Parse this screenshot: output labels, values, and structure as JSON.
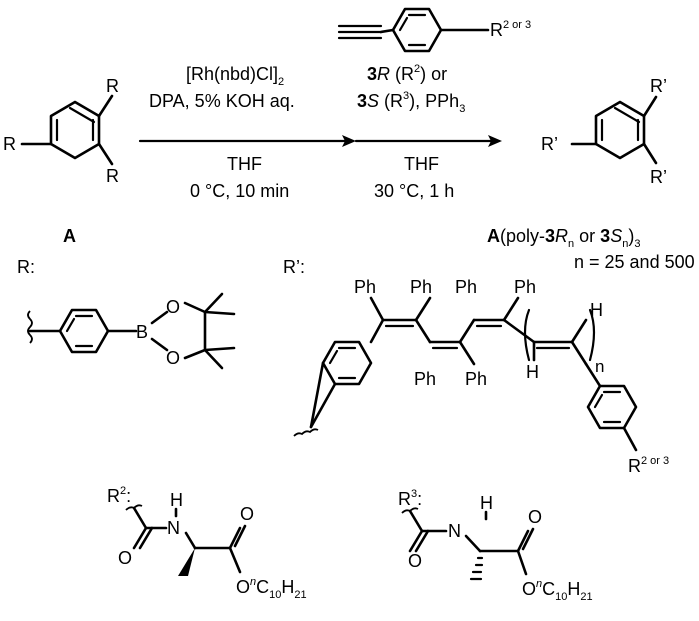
{
  "reagents_step1": {
    "catalyst": "[Rh(nbd)Cl]",
    "catalyst_sub": "2",
    "additives": "DPA, 5% KOH aq.",
    "solvent": "THF",
    "conditions": "0 °C, 10 min"
  },
  "reagents_step2": {
    "line1_num": "3",
    "line1_code": "R",
    "line1_paren": " (R",
    "line1_sup": "2",
    "line1_tail": ") or",
    "line2_num": "3",
    "line2_code": "S",
    "line2_paren": " (R",
    "line2_sup": "3",
    "line2_tail": "), PPh",
    "line2_sub": "3",
    "solvent": "THF",
    "conditions": "30 °C, 1 h"
  },
  "alkyne_substituent": "R",
  "alkyne_substituent_sup": "2 or 3",
  "starting_material": {
    "substituent": "R",
    "label": "A"
  },
  "product": {
    "substituent": "R’",
    "label_bold": "A",
    "label_open": "(poly-",
    "label_num1": "3",
    "label_code1": "R",
    "label_sub1": "n",
    "label_or": " or ",
    "label_num2": "3",
    "label_code2": "S",
    "label_sub2": "n",
    "label_close": ")",
    "label_sub3": "3",
    "n_values": "n = 25 and 500"
  },
  "r_group": {
    "label": "R:",
    "boron": "B",
    "oxygen_top": "O",
    "oxygen_bottom": "O"
  },
  "r_prime_group": {
    "label": "R’:",
    "ph": "Ph",
    "h": "H",
    "n": "n",
    "end_substituent": "R",
    "end_substituent_sup": "2 or 3"
  },
  "r2_group": {
    "label": "R",
    "label_sup": "2",
    "colon": ":",
    "nh_h": "H",
    "n": "N",
    "carbonyl_o": "O",
    "ester_o_top": "O",
    "ester_o": "O",
    "ester_prefix": "n",
    "c_label": "C",
    "c_count": "10",
    "h_label": "H",
    "h_count": "21"
  },
  "r3_group": {
    "label": "R",
    "label_sup": "3",
    "colon": ":",
    "nh_h": "H",
    "n": "N",
    "carbonyl_o": "O",
    "ester_o_top": "O",
    "ester_o": "O",
    "ester_prefix": "n",
    "c_label": "C",
    "c_count": "10",
    "h_label": "H",
    "h_count": "21"
  }
}
